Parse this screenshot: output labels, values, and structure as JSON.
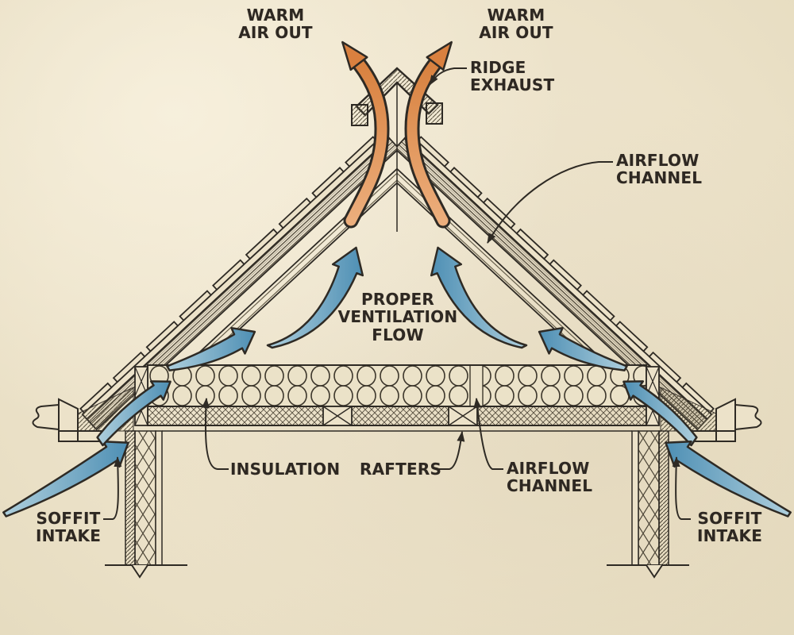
{
  "labels": {
    "warm_air_out_left": "WARM\nAIR OUT",
    "warm_air_out_right": "WARM\nAIR OUT",
    "ridge_exhaust": "RIDGE\nEXHAUST",
    "airflow_channel_upper": "AIRFLOW\nCHANNEL",
    "proper_ventilation_flow": "PROPER\nVENTILATION\nFLOW",
    "insulation": "INSULATION",
    "rafters": "RAFTERS",
    "airflow_channel_lower": "AIRFLOW\nCHANNEL",
    "soffit_intake_left": "SOFFIT\nINTAKE",
    "soffit_intake_right": "SOFFIT\nINTAKE"
  },
  "colors": {
    "paper": "#ece2c9",
    "ink": "#2e2a24",
    "warm_air_orange": "#d9803f",
    "warm_air_orange_light": "#ecae7c",
    "cool_air_blue": "#5791b5",
    "cool_air_blue_light": "#a9cbdb"
  }
}
